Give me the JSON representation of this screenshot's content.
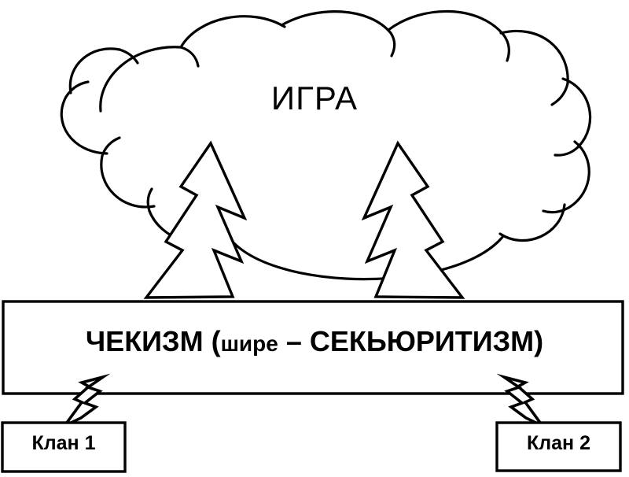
{
  "diagram": {
    "title_text": "ИГРА",
    "stroke_color": "#000000",
    "background_color": "#ffffff",
    "cloud": {
      "label": "ИГРА",
      "shape": "cloud"
    },
    "main_box": {
      "label_main": "ЧЕКИЗМ (",
      "label_small": "шире",
      "label_dash": " – ",
      "label_tail": "СЕКЬЮРИТИЗМ)",
      "full_label": "ЧЕКИЗМ (шире – СЕКЬЮРИТИЗМ)"
    },
    "boxes": [
      {
        "id": "clan-1",
        "label": "Клан 1"
      },
      {
        "id": "clan-2",
        "label": "Клан 2"
      }
    ],
    "connectors": [
      {
        "id": "bolt-cloud-left",
        "type": "lightning-bolt",
        "from": "cloud",
        "to": "main-box"
      },
      {
        "id": "bolt-cloud-right",
        "type": "lightning-bolt",
        "from": "cloud",
        "to": "main-box"
      },
      {
        "id": "bolt-box-left",
        "type": "lightning-bolt",
        "from": "main-box",
        "to": "clan-1"
      },
      {
        "id": "bolt-box-right",
        "type": "lightning-bolt",
        "from": "main-box",
        "to": "clan-2"
      }
    ]
  }
}
